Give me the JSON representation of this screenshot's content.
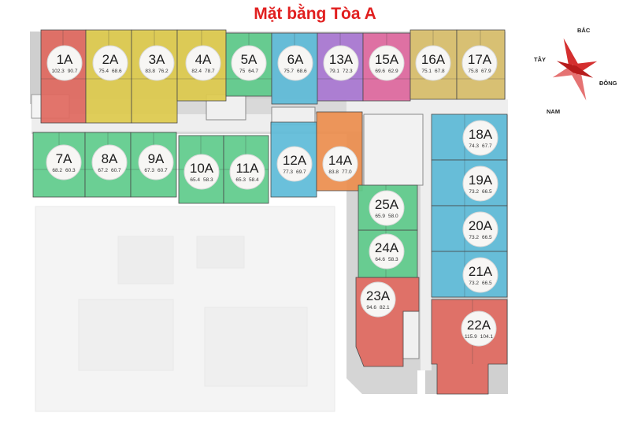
{
  "title": "Mặt bằng Tòa A",
  "compass": {
    "north": "BẮC",
    "west": "TÂY",
    "east": "ĐÔNG",
    "south": "NAM"
  },
  "units": [
    {
      "id": "1A",
      "a1": "102.3",
      "a2": "90.7",
      "color": "#e0685e"
    },
    {
      "id": "2A",
      "a1": "75.4",
      "a2": "68.6",
      "color": "#ddca4c"
    },
    {
      "id": "3A",
      "a1": "83.8",
      "a2": "76.2",
      "color": "#ddca4c"
    },
    {
      "id": "4A",
      "a1": "82.4",
      "a2": "78.7",
      "color": "#ddca4c"
    },
    {
      "id": "5A",
      "a1": "75",
      "a2": "64.7",
      "color": "#5ecb8b"
    },
    {
      "id": "6A",
      "a1": "75.7",
      "a2": "68.6",
      "color": "#5dbbd8"
    },
    {
      "id": "13A",
      "a1": "79.1",
      "a2": "72.3",
      "color": "#a977d3"
    },
    {
      "id": "15A",
      "a1": "69.6",
      "a2": "62.9",
      "color": "#e0699f"
    },
    {
      "id": "16A",
      "a1": "75.1",
      "a2": "67.8",
      "color": "#d9bf6b"
    },
    {
      "id": "17A",
      "a1": "75.8",
      "a2": "67.9",
      "color": "#d9bf6b"
    },
    {
      "id": "7A",
      "a1": "68.2",
      "a2": "60.3",
      "color": "#5ecb8b"
    },
    {
      "id": "8A",
      "a1": "67.2",
      "a2": "60.7",
      "color": "#5ecb8b"
    },
    {
      "id": "9A",
      "a1": "67.3",
      "a2": "60.7",
      "color": "#5ecb8b"
    },
    {
      "id": "10A",
      "a1": "65.4",
      "a2": "58.3",
      "color": "#5ecb8b"
    },
    {
      "id": "11A",
      "a1": "65.3",
      "a2": "58.4",
      "color": "#5ecb8b"
    },
    {
      "id": "12A",
      "a1": "77.3",
      "a2": "69.7",
      "color": "#5dbbd8"
    },
    {
      "id": "14A",
      "a1": "83.8",
      "a2": "77.0",
      "color": "#ec8d4d"
    },
    {
      "id": "18A",
      "a1": "74.3",
      "a2": "67.7",
      "color": "#5dbbd8"
    },
    {
      "id": "19A",
      "a1": "73.2",
      "a2": "66.5",
      "color": "#5dbbd8"
    },
    {
      "id": "20A",
      "a1": "73.2",
      "a2": "66.5",
      "color": "#5dbbd8"
    },
    {
      "id": "21A",
      "a1": "73.2",
      "a2": "66.5",
      "color": "#5dbbd8"
    },
    {
      "id": "22A",
      "a1": "115.9",
      "a2": "104.1",
      "color": "#e0685e"
    },
    {
      "id": "23A",
      "a1": "94.6",
      "a2": "82.1",
      "color": "#e0685e"
    },
    {
      "id": "24A",
      "a1": "64.6",
      "a2": "58.3",
      "color": "#5ecb8b"
    },
    {
      "id": "25A",
      "a1": "65.9",
      "a2": "58.0",
      "color": "#5ecb8b"
    }
  ]
}
